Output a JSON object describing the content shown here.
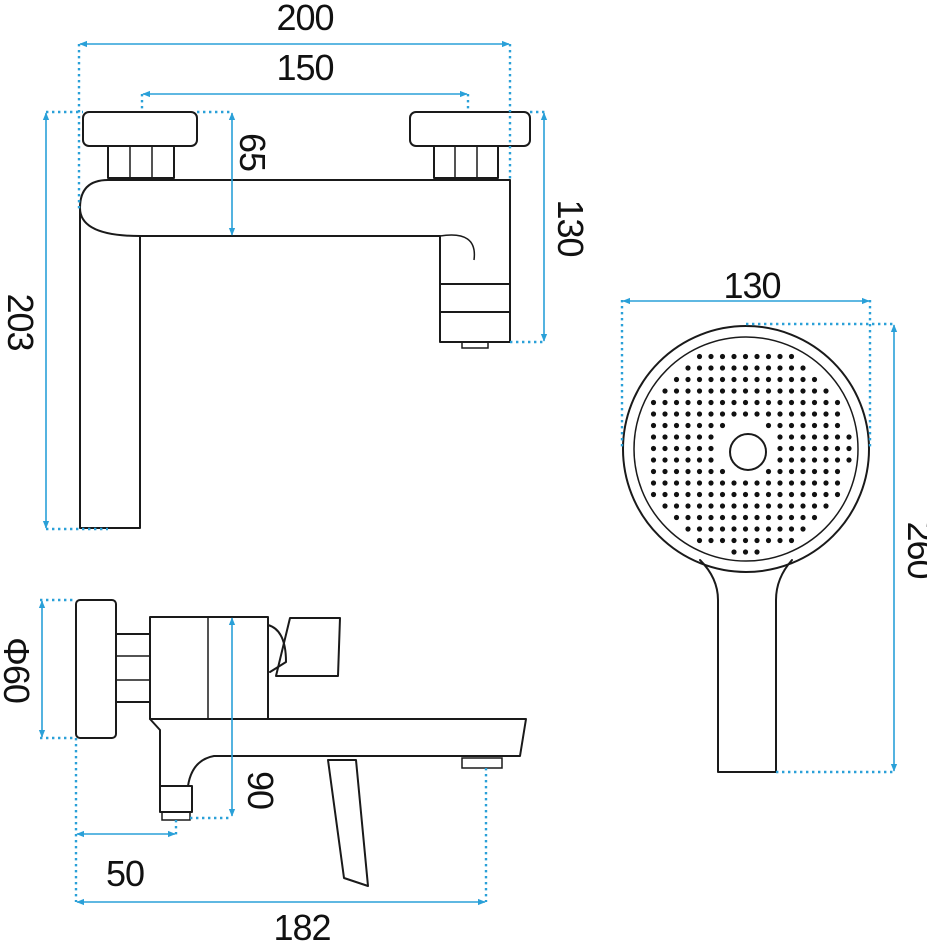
{
  "colors": {
    "dimension": "#2aa0d8",
    "outline": "#1a1a1a",
    "background": "#ffffff"
  },
  "dimensions": {
    "top_view": {
      "width_total": "200",
      "mount_spacing": "150",
      "spout_offset": "65",
      "spout_height": "130",
      "height_total": "203"
    },
    "side_view": {
      "flange_diameter": "Φ60",
      "body_height": "90",
      "outlet_offset": "50",
      "projection": "182"
    },
    "hand_shower": {
      "head_diameter": "130",
      "length": "260"
    }
  }
}
